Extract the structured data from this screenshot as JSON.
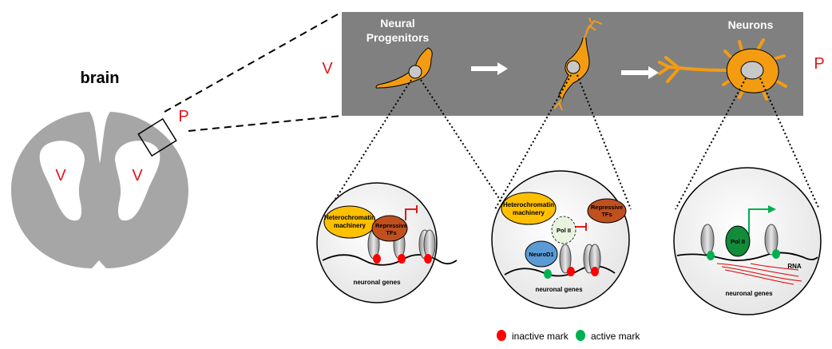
{
  "brain": {
    "label": "brain",
    "ventricle_left": "V",
    "ventricle_right": "V",
    "pial_label": "P"
  },
  "panel": {
    "ventricular_label": "V",
    "pial_label": "P",
    "progenitors_line1": "Neural",
    "progenitors_line2": "Progenitors",
    "neurons_label": "Neurons"
  },
  "nucleus1": {
    "heterochromatin_line1": "Heterochromatin",
    "heterochromatin_line2": "machinery",
    "repressive_line1": "Repressive",
    "repressive_line2": "TFs",
    "genes_label": "neuronal genes"
  },
  "nucleus2": {
    "heterochromatin_line1": "Heterochromatin",
    "heterochromatin_line2": "machinery",
    "repressive_line1": "Repressive",
    "repressive_line2": "TFs",
    "polii_label": "Pol II",
    "neurod1_label": "NeuroD1",
    "genes_label": "neuronal genes"
  },
  "nucleus3": {
    "polii_label": "Pol II",
    "rna_label": "RNA",
    "genes_label": "neuronal genes"
  },
  "legend": {
    "inactive_label": "inactive mark",
    "active_label": "active mark"
  },
  "colors": {
    "panel_gray": "#808080",
    "brain_gray": "#a6a6a6",
    "neuron_orange": "#f39c12",
    "heterochromatin_yellow": "#ffc000",
    "repressive_brown": "#c0501f",
    "neurod1_blue": "#5b9bd5",
    "polii_green": "#128b3a",
    "inactive_red": "#ff0000",
    "active_green": "#00b050",
    "label_red": "#e3161c"
  }
}
